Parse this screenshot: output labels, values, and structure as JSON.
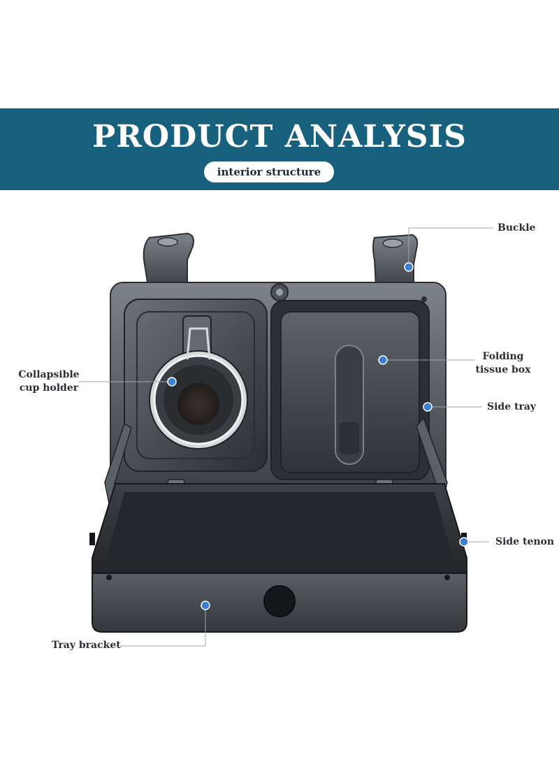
{
  "header": {
    "title": "PRODUCT ANALYSIS",
    "subtitle": "interior structure"
  },
  "callouts": {
    "buckle": "Buckle",
    "collapsible_line1": "Collapsible",
    "collapsible_line2": "cup holder",
    "folding_line1": "Folding",
    "folding_line2": "tissue box",
    "side_tray": "Side tray",
    "side_tenon": "Side tenon",
    "tray_bracket": "Tray bracket"
  },
  "colors": {
    "banner": "#17617f",
    "callout_dot": "#3b7fd4"
  }
}
